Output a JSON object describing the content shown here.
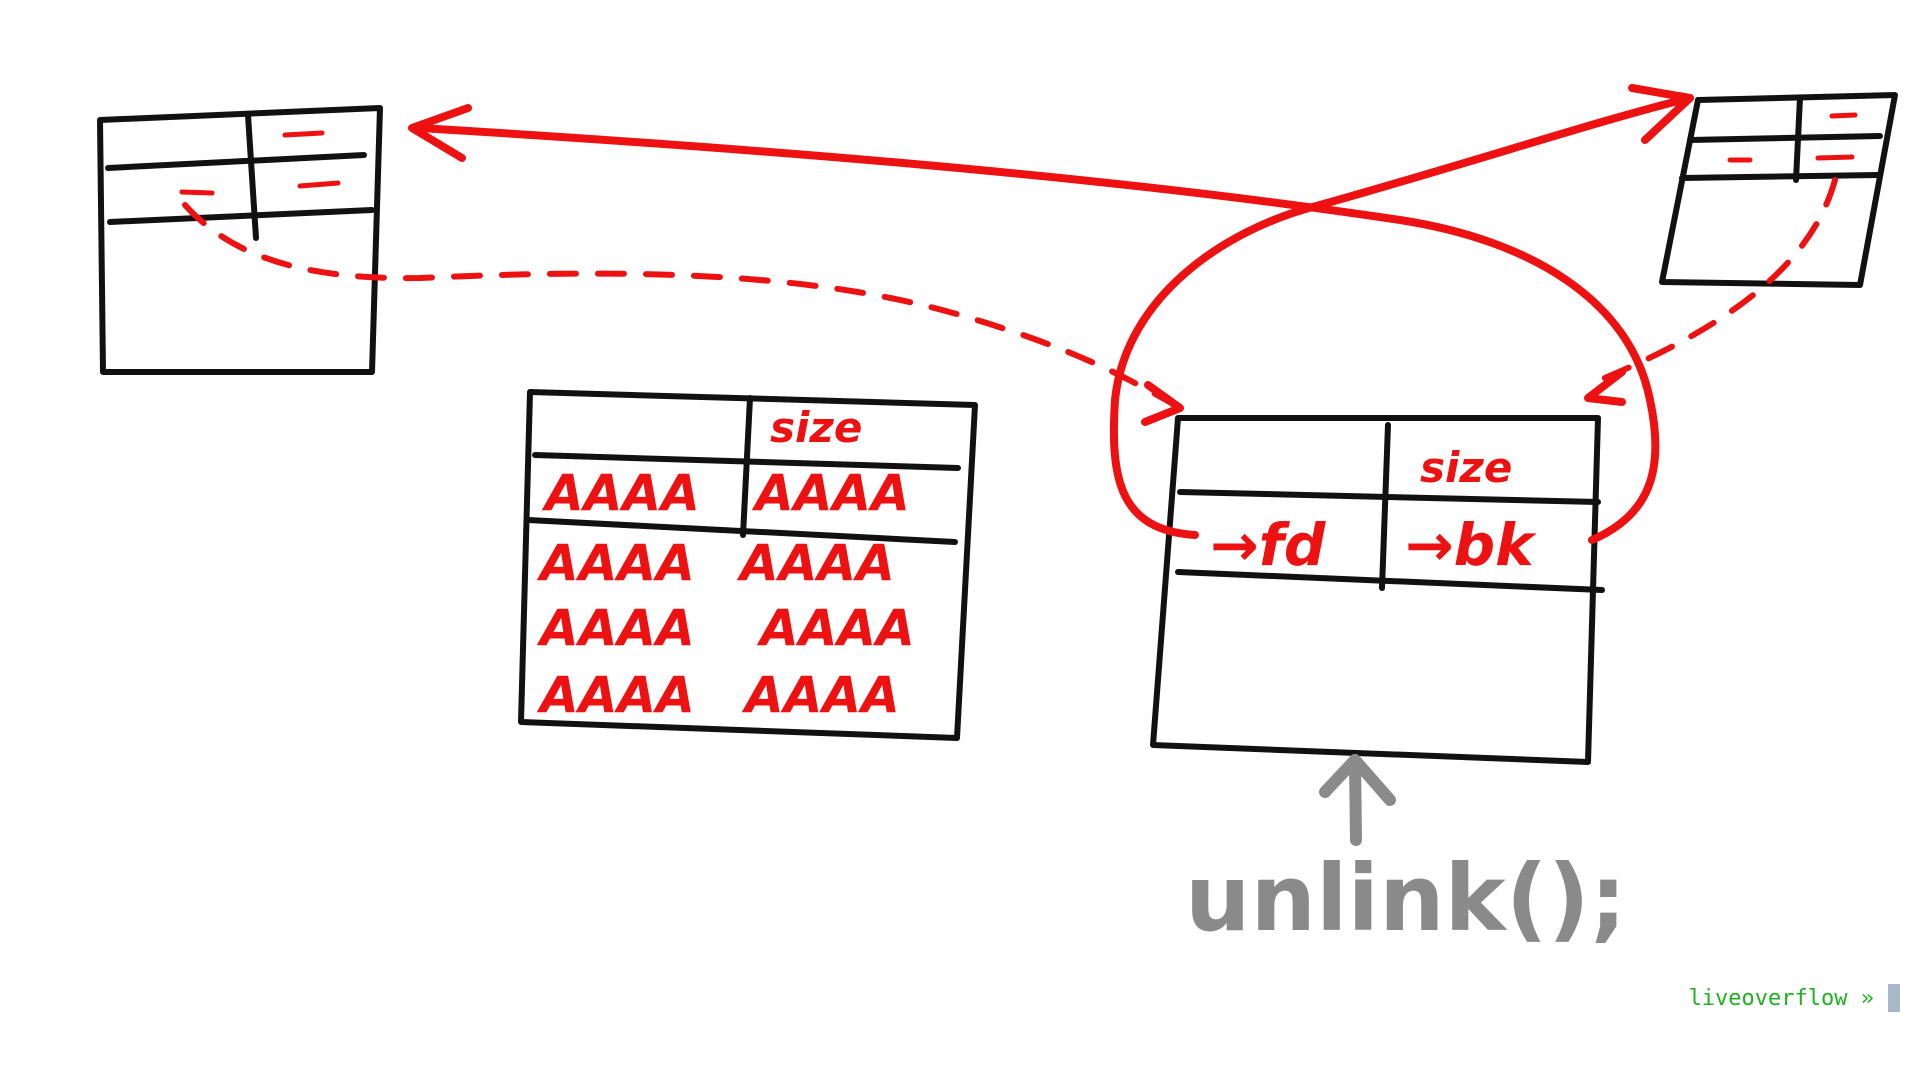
{
  "diagram": {
    "chunk_middle": {
      "size_label": "size",
      "payload_rows": [
        [
          "AAAA",
          "AAAA"
        ],
        [
          "AAAA",
          "AAAA"
        ],
        [
          "AAAA",
          "AAAA"
        ],
        [
          "AAAA",
          "AAAA"
        ]
      ]
    },
    "chunk_right": {
      "size_label": "size",
      "fd_label": "→fd",
      "bk_label": "→bk"
    },
    "call_label": "unlink();"
  },
  "terminal": {
    "prompt": "liveoverflow »"
  },
  "colors": {
    "ink": "#111111",
    "accent_red": "#ee1111",
    "annotation_gray": "#8a8a8a",
    "prompt_green": "#22b022"
  }
}
